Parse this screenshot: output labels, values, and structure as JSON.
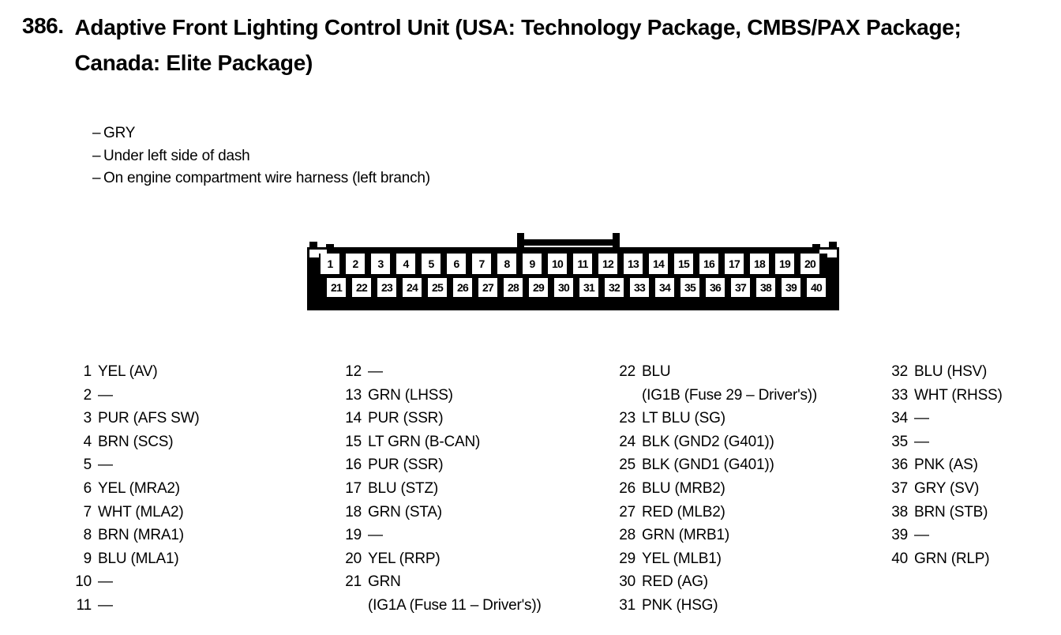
{
  "header": {
    "number": "386.",
    "title": "Adaptive Front Lighting Control Unit (USA: Technology Package, CMBS/PAX Package; Canada: Elite Package)",
    "bullets": [
      "GRY",
      "Under left side of dash",
      "On engine compartment wire harness (left branch)"
    ],
    "bullet_marker": "–"
  },
  "connector": {
    "top_row_pins": [
      "1",
      "2",
      "3",
      "4",
      "5",
      "6",
      "7",
      "8",
      "9",
      "10",
      "11",
      "12",
      "13",
      "14",
      "15",
      "16",
      "17",
      "18",
      "19",
      "20"
    ],
    "bottom_row_pins": [
      "21",
      "22",
      "23",
      "24",
      "25",
      "26",
      "27",
      "28",
      "29",
      "30",
      "31",
      "32",
      "33",
      "34",
      "35",
      "36",
      "37",
      "38",
      "39",
      "40"
    ]
  },
  "pin_list": {
    "columns": [
      {
        "entries": [
          {
            "num": "1",
            "value": "YEL (AV)"
          },
          {
            "num": "2",
            "value": "—"
          },
          {
            "num": "3",
            "value": "PUR (AFS SW)"
          },
          {
            "num": "4",
            "value": "BRN (SCS)"
          },
          {
            "num": "5",
            "value": "—"
          },
          {
            "num": "6",
            "value": "YEL (MRA2)"
          },
          {
            "num": "7",
            "value": "WHT (MLA2)"
          },
          {
            "num": "8",
            "value": "BRN (MRA1)"
          },
          {
            "num": "9",
            "value": "BLU (MLA1)"
          },
          {
            "num": "10",
            "value": "—"
          },
          {
            "num": "11",
            "value": "—"
          }
        ]
      },
      {
        "entries": [
          {
            "num": "12",
            "value": "—"
          },
          {
            "num": "13",
            "value": "GRN (LHSS)"
          },
          {
            "num": "14",
            "value": "PUR (SSR)"
          },
          {
            "num": "15",
            "value": "LT GRN (B-CAN)"
          },
          {
            "num": "16",
            "value": "PUR (SSR)"
          },
          {
            "num": "17",
            "value": "BLU (STZ)"
          },
          {
            "num": "18",
            "value": "GRN (STA)"
          },
          {
            "num": "19",
            "value": "—"
          },
          {
            "num": "20",
            "value": "YEL (RRP)"
          },
          {
            "num": "21",
            "value": "GRN",
            "value2": "(IG1A (Fuse 11 – Driver's))"
          }
        ]
      },
      {
        "entries": [
          {
            "num": "22",
            "value": "BLU",
            "value2": "(IG1B (Fuse 29 – Driver's))"
          },
          {
            "num": "23",
            "value": "LT BLU (SG)"
          },
          {
            "num": "24",
            "value": "BLK (GND2 (G401))"
          },
          {
            "num": "25",
            "value": "BLK (GND1 (G401))"
          },
          {
            "num": "26",
            "value": "BLU (MRB2)"
          },
          {
            "num": "27",
            "value": "RED (MLB2)"
          },
          {
            "num": "28",
            "value": "GRN (MRB1)"
          },
          {
            "num": "29",
            "value": "YEL (MLB1)"
          },
          {
            "num": "30",
            "value": "RED (AG)"
          },
          {
            "num": "31",
            "value": "PNK (HSG)"
          }
        ]
      },
      {
        "entries": [
          {
            "num": "32",
            "value": "BLU (HSV)"
          },
          {
            "num": "33",
            "value": "WHT (RHSS)"
          },
          {
            "num": "34",
            "value": "—"
          },
          {
            "num": "35",
            "value": "—"
          },
          {
            "num": "36",
            "value": "PNK (AS)"
          },
          {
            "num": "37",
            "value": "GRY (SV)"
          },
          {
            "num": "38",
            "value": "BRN (STB)"
          },
          {
            "num": "39",
            "value": "—"
          },
          {
            "num": "40",
            "value": "GRN (RLP)"
          }
        ]
      }
    ]
  },
  "colors": {
    "ink": "#000000",
    "paper": "#ffffff"
  }
}
